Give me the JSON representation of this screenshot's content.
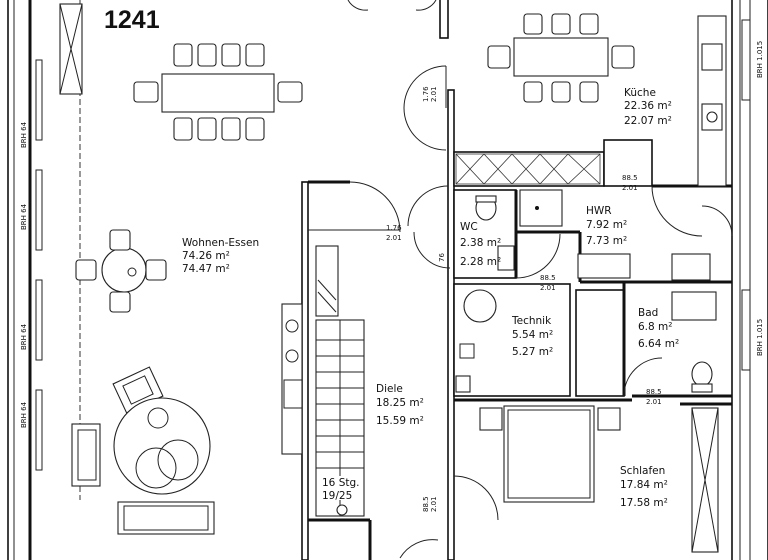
{
  "plan_number": "1241",
  "rooms": {
    "wohnen": {
      "name": "Wohnen-Essen",
      "area1": "74.26 m²",
      "area2": "74.47 m²"
    },
    "kueche": {
      "name": "Küche",
      "area1": "22.36 m²",
      "area2": "22.07 m²"
    },
    "wc": {
      "name": "WC",
      "area1": "2.38 m²",
      "area2": "2.28 m²"
    },
    "hwr": {
      "name": "HWR",
      "area1": "7.92 m²",
      "area2": "7.73 m²"
    },
    "technik": {
      "name": "Technik",
      "area1": "5.54 m²",
      "area2": "5.27 m²"
    },
    "bad": {
      "name": "Bad",
      "area1": "6.8 m²",
      "area2": "6.64 m²"
    },
    "diele": {
      "name": "Diele",
      "area1": "18.25 m²",
      "area2": "15.59 m²"
    },
    "schlafen": {
      "name": "Schlafen",
      "area1": "17.84 m²",
      "area2": "17.58 m²"
    }
  },
  "stairs": {
    "count": "16 Stg.",
    "ratio": "19/25"
  },
  "door_dims": {
    "kueche_door": [
      "1.76",
      "2.01"
    ],
    "diele_door": [
      "1.76",
      "2.01"
    ],
    "hwr_door": [
      "88.5",
      "2.01"
    ],
    "technik_door": [
      "88.5",
      "2.01"
    ],
    "bad_door": [
      "88.5",
      "2.01"
    ],
    "entry_door": [
      "88.5",
      "2.01"
    ],
    "wc_door": "76"
  },
  "window_labels": {
    "left": [
      "BRH 64",
      "BRH 64",
      "BRH 64",
      "BRH 64"
    ],
    "right": [
      "BRH 1.015",
      "BRH 1.015"
    ]
  }
}
